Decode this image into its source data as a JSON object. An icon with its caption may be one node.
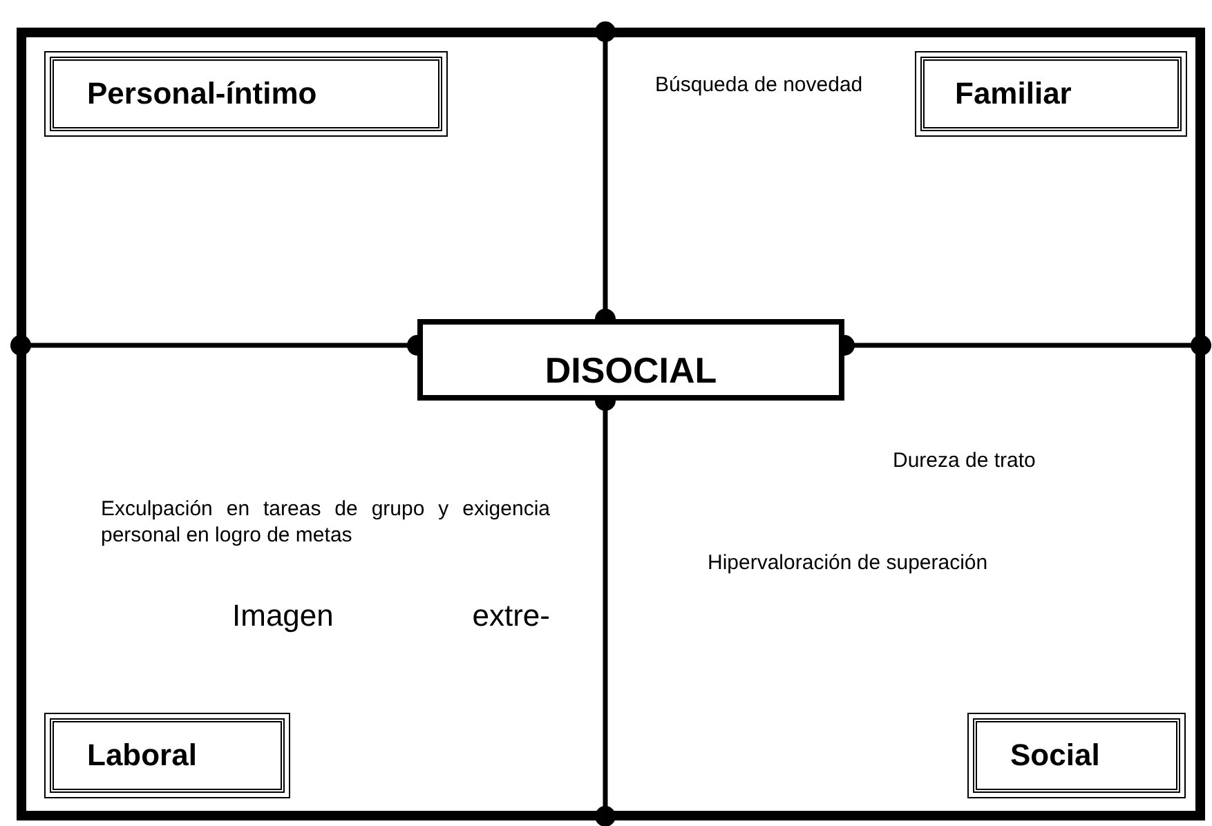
{
  "diagram": {
    "nodes": [
      {
        "text": [],
        "shape": "box"
      },
      {
        "text": [
          "Personal-íntimo"
        ],
        "in": 0
      },
      {
        "text": [
          "Familiar"
        ],
        "in": 0
      },
      {
        "text": [
          "DISOCIAL"
        ],
        "in": 0
      },
      {
        "text": [
          "Laboral"
        ],
        "in": 0
      },
      {
        "text": [
          "Social"
        ],
        "in": 0
      }
    ],
    "edges": [
      {
        "from": 3,
        "to": 0,
        "arrow": "other"
      },
      {
        "from": 3,
        "to": 0,
        "arrow": "other"
      },
      {
        "from": 3,
        "to": 0,
        "arrow": "other"
      },
      {
        "from": 3,
        "to": 0,
        "arrow": "other"
      }
    ],
    "labels": [
      "Búsqueda de novedad",
      "Dureza de trato",
      "Exculpación en tareas de grupo y exigencia personal en logro de metas",
      "Hipervaloración de superación",
      "Imagen extre-"
    ]
  }
}
